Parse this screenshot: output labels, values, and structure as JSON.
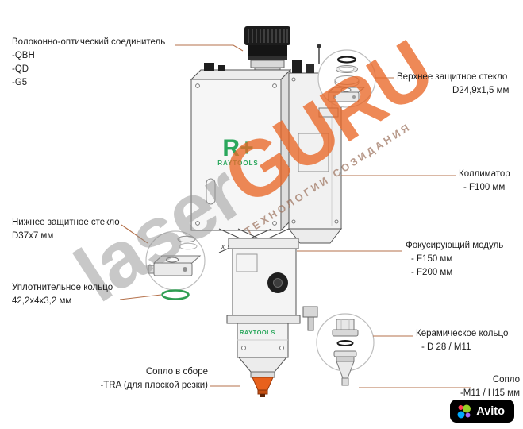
{
  "labels": {
    "fiber_connector": {
      "title": "Волоконно-оптический соединитель",
      "options": [
        "-QBH",
        "-QD",
        "-G5"
      ]
    },
    "upper_glass": {
      "title": "Верхнее защитное стекло",
      "spec": "D24,9x1,5 мм"
    },
    "collimator": {
      "title": "Коллиматор",
      "spec": "- F100 мм"
    },
    "focus_module": {
      "title": "Фокусирующий модуль",
      "options": [
        "- F150 мм",
        "- F200 мм"
      ]
    },
    "lower_glass": {
      "title": "Нижнее защитное стекло",
      "spec": "D37x7 мм"
    },
    "o_ring": {
      "title": "Уплотнительное кольцо",
      "spec": "42,2x4x3,2 мм"
    },
    "nozzle_assembly": {
      "title": "Сопло в сборе",
      "spec": "-TRA (для плоской резки)"
    },
    "ceramic_ring": {
      "title": "Керамическое кольцо",
      "spec": "- D 28 / M11"
    },
    "nozzle": {
      "title": "Сопло",
      "spec": "-M11 / H15 мм"
    }
  },
  "brand": {
    "logo_mark": "R+",
    "logo_name": "RAYTOOLS",
    "logo_name_lower": "RAYTOOLS"
  },
  "marks": {
    "axis_x": "x"
  },
  "watermark": {
    "laser": "laser",
    "guru": "GURU",
    "tagline": "ТЕХНОЛОГИИ СОЗИДАНИЯ"
  },
  "badge": {
    "avito": "Avito"
  },
  "colors": {
    "accent_orange": "#e8611c",
    "brand_green": "#2aa75c",
    "leader_line": "#b5714b",
    "watermark_orange": "#e96828"
  }
}
